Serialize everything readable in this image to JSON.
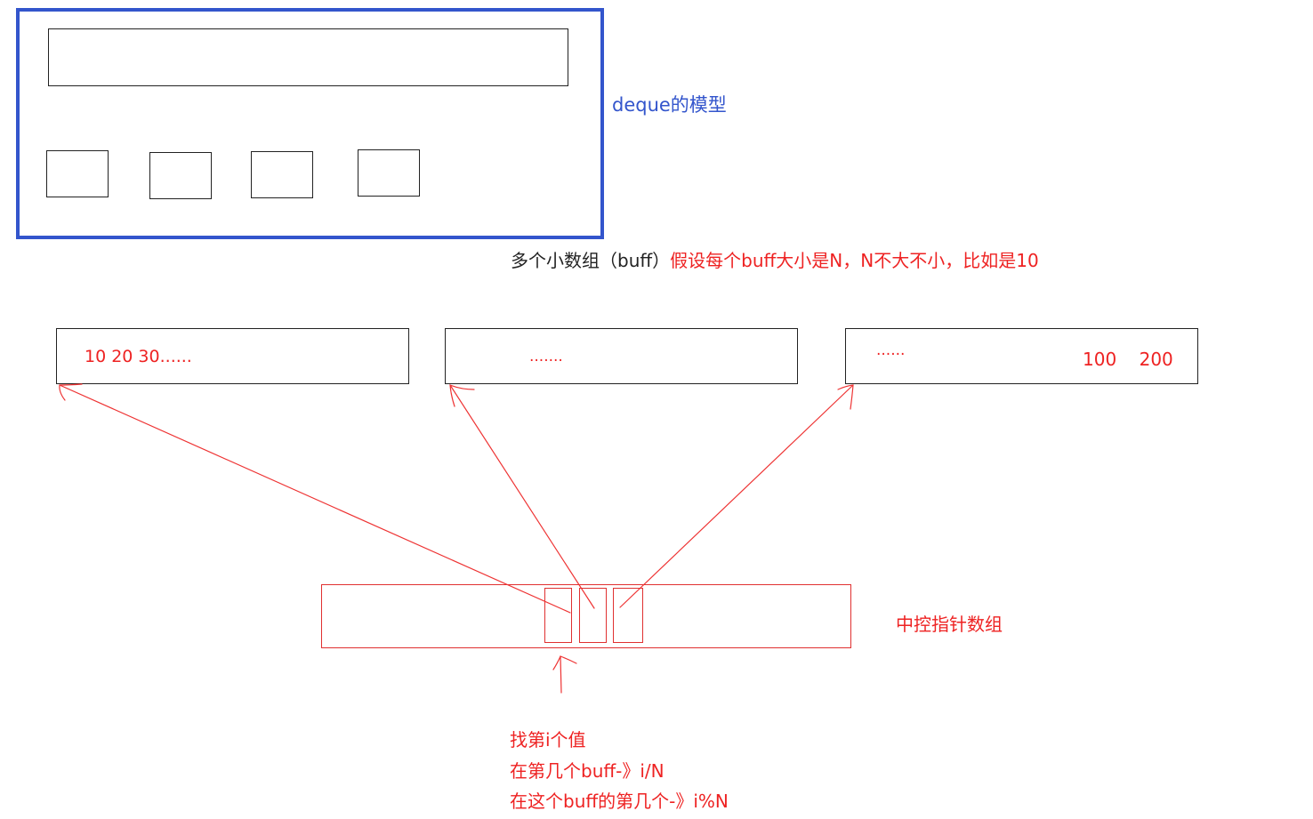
{
  "model_label": "deque的模型",
  "buff_caption": {
    "prefix": "多个小数组（buff）",
    "note": "假设每个buff大小是N，N不大不小，比如是10"
  },
  "buffers": [
    {
      "content": "10  20  30......"
    },
    {
      "content": "......."
    },
    {
      "content": "......",
      "tail": "100    200"
    }
  ],
  "central_map_label": "中控指针数组",
  "lookup": {
    "line1": "找第i个值",
    "line2": "在第几个buff-》i/N",
    "line3": "在这个buff的第几个-》i%N"
  },
  "colors": {
    "model_frame": "#3355cc",
    "annotation": "#ee2222",
    "outline": "#222222"
  }
}
